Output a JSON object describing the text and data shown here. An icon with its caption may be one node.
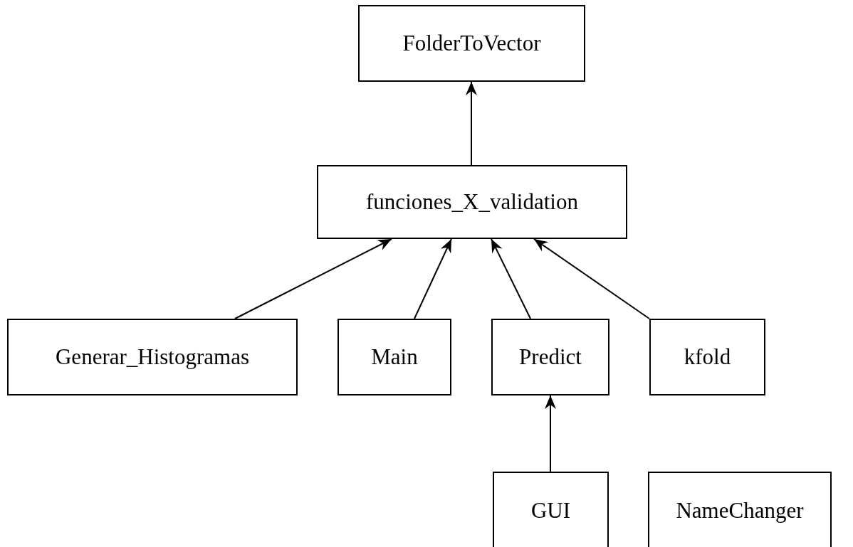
{
  "diagram": {
    "nodes": [
      {
        "text": [
          "FolderToVector"
        ]
      },
      {
        "text": [
          "funciones_X_validation"
        ]
      },
      {
        "text": [
          "Generar_Histogramas"
        ]
      },
      {
        "text": [
          "Main"
        ]
      },
      {
        "text": [
          "Predict"
        ]
      },
      {
        "text": [
          "kfold"
        ]
      },
      {
        "text": [
          "GUI"
        ]
      },
      {
        "text": [
          "NameChanger"
        ]
      }
    ],
    "edges": [
      {
        "from": 1,
        "to": 0,
        "arrow": "to"
      },
      {
        "from": 2,
        "to": 1,
        "arrow": "to"
      },
      {
        "from": 3,
        "to": 1,
        "arrow": "to"
      },
      {
        "from": 4,
        "to": 1,
        "arrow": "to"
      },
      {
        "from": 5,
        "to": 1,
        "arrow": "to"
      },
      {
        "from": 6,
        "to": 4,
        "arrow": "to"
      }
    ]
  }
}
